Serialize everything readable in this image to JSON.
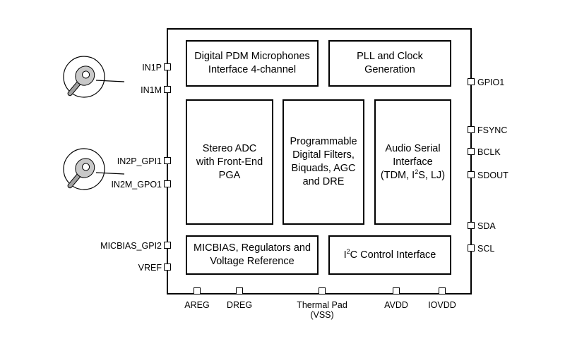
{
  "blocks": {
    "pdm": "Digital PDM Microphones\nInterface 4-channel",
    "pll": "PLL and Clock\nGeneration",
    "adc": "Stereo ADC\nwith Front-End\nPGA",
    "filters": "Programmable\nDigital Filters,\nBiquads, AGC\nand DRE",
    "asi_line1": "Audio Serial",
    "asi_line2": "Interface",
    "asi_line3_a": "(TDM, I",
    "asi_line3_sup": "2",
    "asi_line3_b": "S, LJ)",
    "micbias": "MICBIAS, Regulators and\nVoltage Reference",
    "i2c_a": "I",
    "i2c_sup": "2",
    "i2c_b": "C Control Interface"
  },
  "pins": {
    "in1p": "IN1P",
    "in1m": "IN1M",
    "in2p": "IN2P_GPI1",
    "in2m": "IN2M_GPO1",
    "micbias_gpi2": "MICBIAS_GPI2",
    "vref": "VREF",
    "gpio1": "GPIO1",
    "fsync": "FSYNC",
    "bclk": "BCLK",
    "sdout": "SDOUT",
    "sda": "SDA",
    "scl": "SCL",
    "areg": "AREG",
    "dreg": "DREG",
    "thermal_pad_1": "Thermal Pad",
    "thermal_pad_2": "(VSS)",
    "avdd": "AVDD",
    "iovdd": "IOVDD"
  },
  "icons": {
    "mic1": "microphone-icon",
    "mic2": "microphone-icon"
  },
  "colors": {
    "outline": "#000000",
    "mic_fill": "#c8c8c8"
  }
}
